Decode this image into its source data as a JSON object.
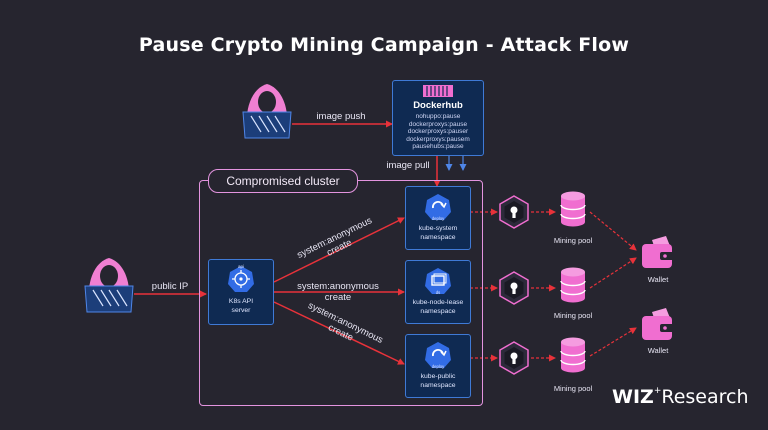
{
  "title": "Pause Crypto Mining Campaign - Attack Flow",
  "dockerhub": {
    "title": "Dockerhub",
    "repos": [
      "nohuppo:pause",
      "dockerproxys:pause",
      "dockerproxys:pauser",
      "dockerproxys:pausem",
      "pausehubs:pause"
    ]
  },
  "edges": {
    "image_push": "image push",
    "image_pull": "image pull",
    "public_ip": "public IP",
    "anon_1": "system:anonymous",
    "anon_1b": "create",
    "anon_2": "system:anonymous",
    "anon_2b": "create",
    "anon_3": "system:anonymous",
    "anon_3b": "create"
  },
  "cluster_label": "Compromised cluster",
  "api_server": {
    "icon_text": "api",
    "line1": "K8s API",
    "line2": "server"
  },
  "namespaces": [
    {
      "icon_text": "deploy",
      "line1": "kube-system",
      "line2": "namespace"
    },
    {
      "icon_text": "ds",
      "line1": "kube-node-lease",
      "line2": "namespace"
    },
    {
      "icon_text": "deploy",
      "line1": "kube-public",
      "line2": "namespace"
    }
  ],
  "mining_pools": [
    "Mining pool",
    "Mining pool",
    "Mining pool"
  ],
  "wallets": [
    "Wallet",
    "Wallet"
  ],
  "watermark": {
    "brand": "WIZ",
    "suffix": "Research"
  },
  "colors": {
    "background": "#26252f",
    "hacker": "#f07fd2",
    "arrow": "#e8323a",
    "k8s_box": "#0f2a52",
    "k8s_border": "#3f7ad6",
    "cluster_border": "#e394df",
    "pool": "#f06ed0",
    "wallet": "#f06ed0"
  }
}
